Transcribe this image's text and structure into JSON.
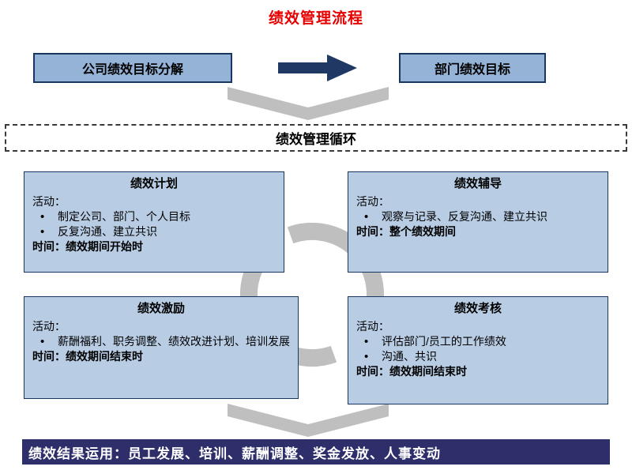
{
  "title": "绩效管理流程",
  "top_flow": {
    "left_box": "公司绩效目标分解",
    "right_box": "部门绩效目标"
  },
  "cycle": {
    "header": "绩效管理循环"
  },
  "quadrants": [
    {
      "title": "绩效计划",
      "activity_label": "活动：",
      "bullets": [
        "制定公司、部门、个人目标",
        "反复沟通、建立共识"
      ],
      "time": "时间：绩效期间开始时"
    },
    {
      "title": "绩效辅导",
      "activity_label": "活动：",
      "bullets": [
        "观察与记录、反复沟通、建立共识"
      ],
      "time": "时间：整个绩效期间"
    },
    {
      "title": "绩效激励",
      "activity_label": "活动：",
      "bullets": [
        "薪酬福利、职务调整、绩效改进计划、培训发展"
      ],
      "time": "时间：绩效期间结束时"
    },
    {
      "title": "绩效考核",
      "activity_label": "活动：",
      "bullets": [
        "评估部门/员工的工作绩效",
        "沟通、共识"
      ],
      "time": "时间：绩效期间结束时"
    }
  ],
  "footer": {
    "text": "绩效结果运用：员工发展、培训、薪酬调整、奖金发放、人事变动"
  },
  "colors": {
    "title_red": "#e60000",
    "top_box_blue": "#95b3d7",
    "quadrant_blue": "#b8cce4",
    "dark_navy": "#1f3864",
    "footer_navy": "#2e2e6b",
    "gray_shape": "#bfbfbf"
  }
}
